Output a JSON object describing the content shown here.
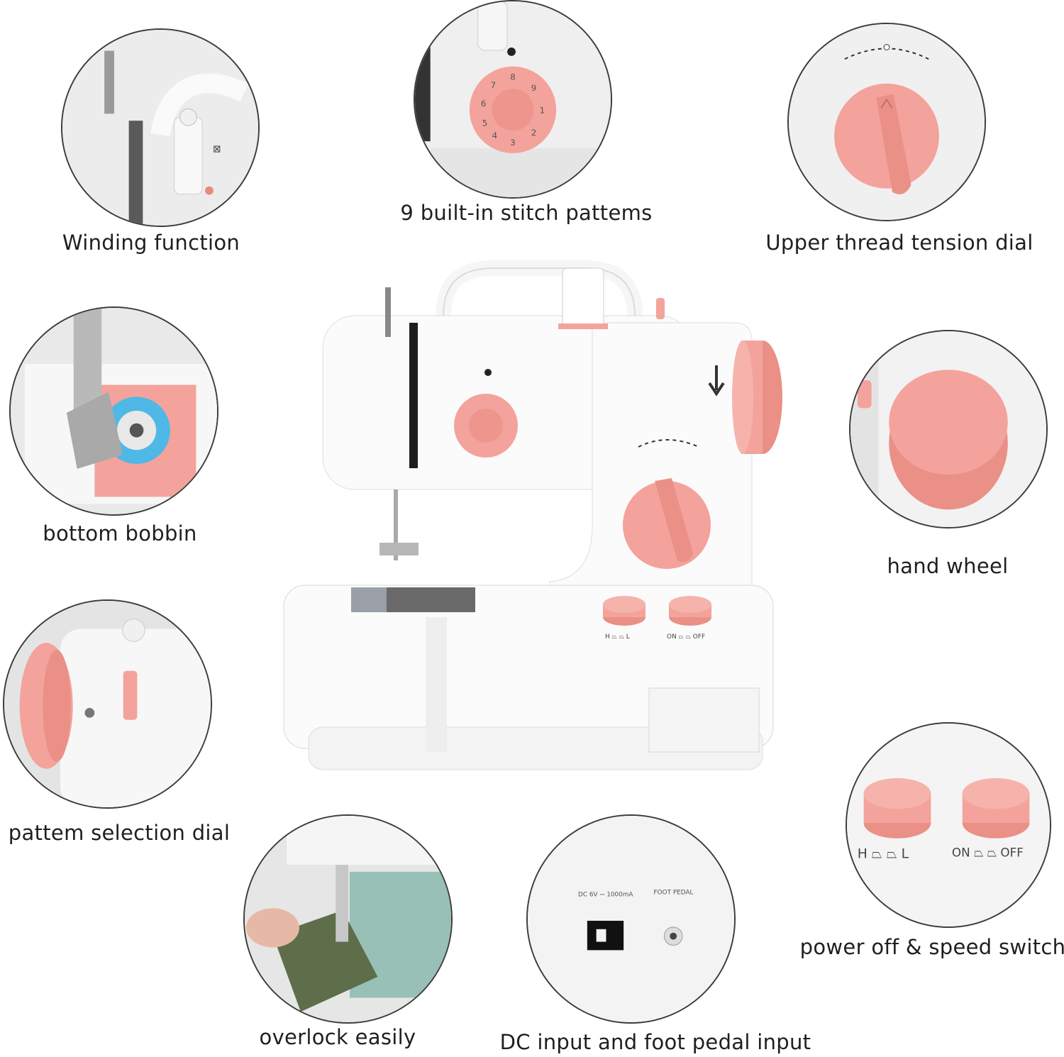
{
  "labels": {
    "winding": "Winding function",
    "stitch": "9 built-in stitch pattems",
    "tension": "Upper thread tension dial",
    "bobbin": "bottom bobbin",
    "hand_wheel": "hand wheel",
    "pattern_dial": "pattem selection dial",
    "power_switch": "power off & speed switch",
    "overlock": "overlock easily",
    "dc_input": "DC input and foot pedal input"
  },
  "panel_text": {
    "dc_rating": "DC 6V ⎓ 1000mA",
    "foot_pedal": "FOOT PEDAL",
    "speed_switch": "H ⏢ ⏢ L",
    "power": "ON ⏢ ⏢ OFF"
  },
  "colors": {
    "accent": "#f3a39b",
    "accent_dark": "#e98a80",
    "body": "#fbfbfb",
    "bobbin": "#4fb8e6",
    "fabric": "#5e6e4a"
  }
}
